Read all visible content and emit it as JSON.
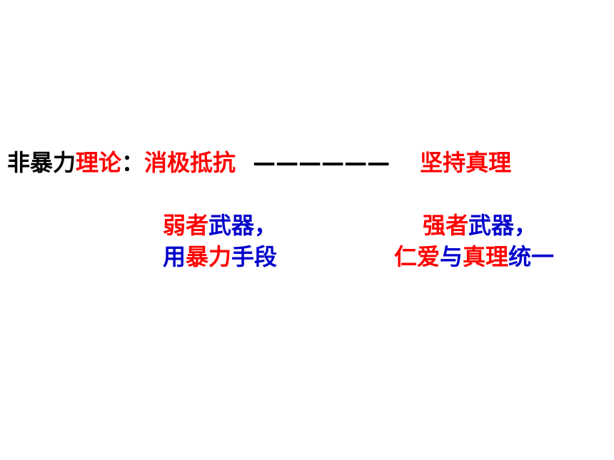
{
  "colors": {
    "black": "#000000",
    "red": "#ff0000",
    "blue": "#0000cc",
    "background": "#ffffff"
  },
  "title_row": {
    "part1": "非暴力",
    "part2": "理论",
    "colon": "：",
    "part3": "消极抵抗",
    "dash": "——————",
    "part4": "坚持真理"
  },
  "left_block": {
    "line1_a": "弱者",
    "line1_b": "武器",
    "line1_c": "，",
    "line2_a": "用",
    "line2_b": "暴力",
    "line2_c": "手段"
  },
  "right_block": {
    "line1_a": "强者",
    "line1_b": "武器",
    "line1_c": "，",
    "line2_a": "仁爱",
    "line2_b": "与",
    "line2_c": "真理",
    "line2_d": "统一"
  }
}
